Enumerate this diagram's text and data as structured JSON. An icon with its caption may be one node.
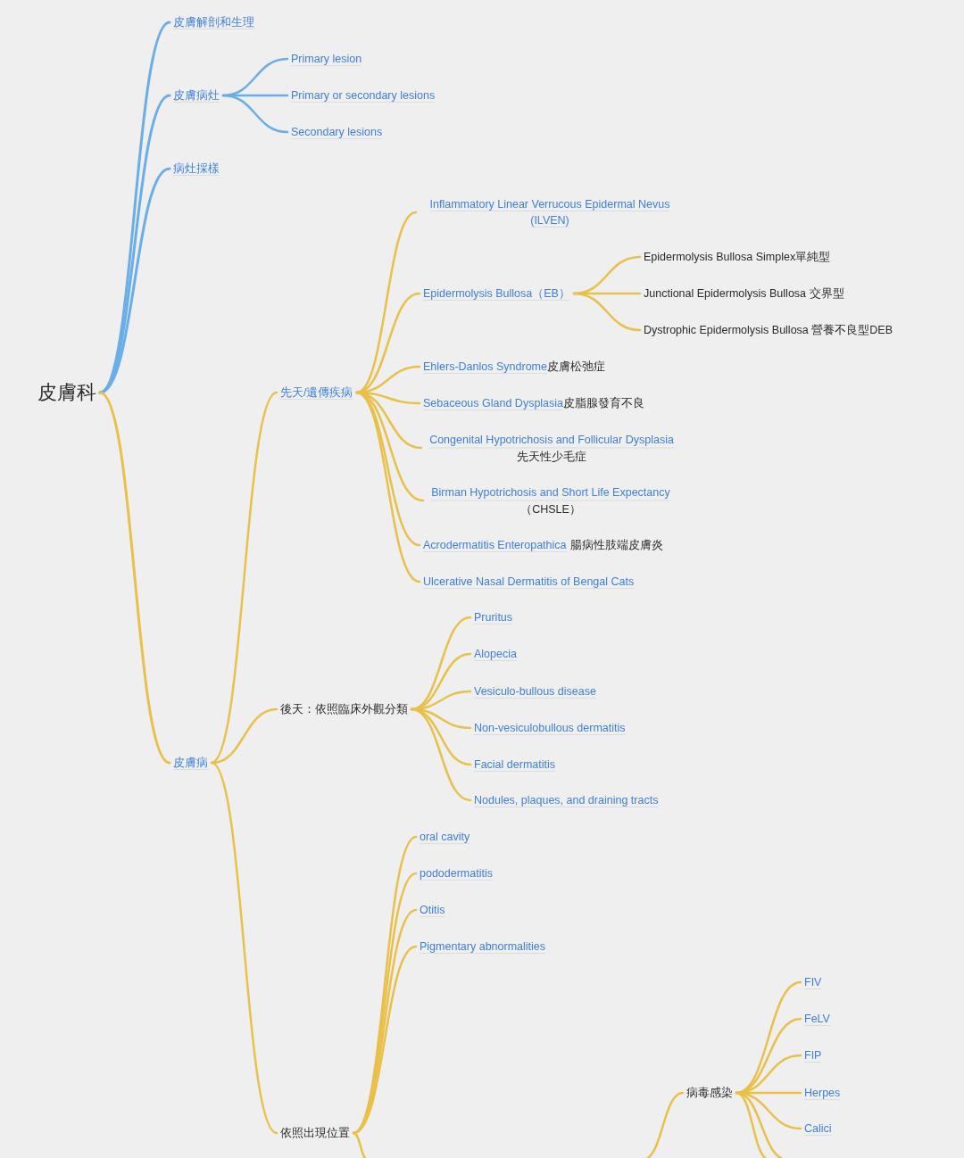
{
  "diagram": {
    "nodes": [
      {
        "text": [
          "皮膚科"
        ]
      },
      {
        "text": [
          "皮膚解剖和生理"
        ]
      },
      {
        "text": [
          "皮膚病灶"
        ]
      },
      {
        "text": [
          "Primary lesion"
        ]
      },
      {
        "text": [
          "Primary or secondary lesions"
        ]
      },
      {
        "text": [
          "Secondary lesions"
        ]
      },
      {
        "text": [
          "病灶採樣"
        ]
      },
      {
        "text": [
          "皮膚病"
        ]
      },
      {
        "text": [
          "先天/遺傳疾病"
        ]
      },
      {
        "text": [
          "Inflammatory Linear Verrucous Epidermal Nevus (ILVEN)"
        ]
      },
      {
        "text": [
          "Epidermolysis Bullosa（EB）"
        ]
      },
      {
        "text": [
          "Epidermolysis Bullosa Simplex單純型"
        ]
      },
      {
        "text": [
          "Junctional Epidermolysis Bullosa 交界型"
        ]
      },
      {
        "text": [
          "Dystrophic Epidermolysis Bullosa 營養不良型DEB"
        ]
      },
      {
        "text": [
          "Ehlers-Danlos Syndrome",
          "皮膚松弛症"
        ]
      },
      {
        "text": [
          "Sebaceous Gland Dysplasia",
          "皮脂腺發育不良"
        ]
      },
      {
        "text": [
          "Congenital Hypotrichosis and Follicular Dysplasia",
          "先天性少毛症"
        ]
      },
      {
        "text": [
          "Birman Hypotrichosis and Short Life Expectancy",
          "（CHSLE）"
        ]
      },
      {
        "text": [
          "Acrodermatitis Enteropathica",
          "腸病性肢端皮膚炎"
        ]
      },
      {
        "text": [
          "Ulcerative Nasal Dermatitis of Bengal Cats"
        ]
      },
      {
        "text": [
          "後天：依照臨床外觀分類"
        ]
      },
      {
        "text": [
          "Pruritus"
        ]
      },
      {
        "text": [
          "Alopecia"
        ]
      },
      {
        "text": [
          "Vesiculo-bullous disease"
        ]
      },
      {
        "text": [
          "Non-vesiculobullous dermatitis"
        ]
      },
      {
        "text": [
          "Facial dermatitis"
        ]
      },
      {
        "text": [
          "Nodules, plaques, and draining tracts"
        ]
      },
      {
        "text": [
          "依照出現位置"
        ]
      },
      {
        "text": [
          "oral cavity"
        ]
      },
      {
        "text": [
          "pododermatitis"
        ]
      },
      {
        "text": [
          "Otitis"
        ]
      },
      {
        "text": [
          "Pigmentary abnormalities"
        ]
      },
      {
        "text": [
          "病毒感染"
        ]
      },
      {
        "text": [
          "FIV"
        ]
      },
      {
        "text": [
          "FeLV"
        ]
      },
      {
        "text": [
          "FIP"
        ]
      },
      {
        "text": [
          "Herpes"
        ]
      },
      {
        "text": [
          "Calici"
        ]
      }
    ],
    "edges": [
      {
        "from": 0,
        "to": 1,
        "arrow": "none",
        "color": "#6aaee8"
      },
      {
        "from": 0,
        "to": 2,
        "arrow": "none",
        "color": "#6aaee8"
      },
      {
        "from": 2,
        "to": 3,
        "arrow": "none",
        "color": "#6aaee8"
      },
      {
        "from": 2,
        "to": 4,
        "arrow": "none",
        "color": "#6aaee8"
      },
      {
        "from": 2,
        "to": 5,
        "arrow": "none",
        "color": "#6aaee8"
      },
      {
        "from": 0,
        "to": 6,
        "arrow": "none",
        "color": "#6aaee8"
      },
      {
        "from": 0,
        "to": 7,
        "arrow": "none"
      },
      {
        "from": 7,
        "to": 8,
        "arrow": "none"
      },
      {
        "from": 8,
        "to": 9,
        "arrow": "none"
      },
      {
        "from": 8,
        "to": 10,
        "arrow": "none"
      },
      {
        "from": 10,
        "to": 11,
        "arrow": "none"
      },
      {
        "from": 10,
        "to": 12,
        "arrow": "none"
      },
      {
        "from": 10,
        "to": 13,
        "arrow": "none"
      },
      {
        "from": 8,
        "to": 14,
        "arrow": "none"
      },
      {
        "from": 8,
        "to": 15,
        "arrow": "none"
      },
      {
        "from": 8,
        "to": 16,
        "arrow": "none"
      },
      {
        "from": 8,
        "to": 17,
        "arrow": "none"
      },
      {
        "from": 8,
        "to": 18,
        "arrow": "none"
      },
      {
        "from": 8,
        "to": 19,
        "arrow": "none"
      },
      {
        "from": 7,
        "to": 20,
        "arrow": "none"
      },
      {
        "from": 20,
        "to": 21,
        "arrow": "none"
      },
      {
        "from": 20,
        "to": 22,
        "arrow": "none"
      },
      {
        "from": 20,
        "to": 23,
        "arrow": "none"
      },
      {
        "from": 20,
        "to": 24,
        "arrow": "none"
      },
      {
        "from": 20,
        "to": 25,
        "arrow": "none"
      },
      {
        "from": 20,
        "to": 26,
        "arrow": "none"
      },
      {
        "from": 7,
        "to": 27,
        "arrow": "none"
      },
      {
        "from": 27,
        "to": 28,
        "arrow": "none"
      },
      {
        "from": 27,
        "to": 29,
        "arrow": "none"
      },
      {
        "from": 27,
        "to": 30,
        "arrow": "none"
      },
      {
        "from": 27,
        "to": 31,
        "arrow": "none"
      },
      {
        "from": 27,
        "to": null,
        "arrow": "none"
      },
      {
        "from": null,
        "to": 32,
        "arrow": "none"
      },
      {
        "from": 32,
        "to": 33,
        "arrow": "none"
      },
      {
        "from": 32,
        "to": 34,
        "arrow": "none"
      },
      {
        "from": 32,
        "to": 35,
        "arrow": "none"
      },
      {
        "from": 32,
        "to": 36,
        "arrow": "none"
      },
      {
        "from": 32,
        "to": 37,
        "arrow": "none"
      },
      {
        "from": 32,
        "to": null,
        "arrow": "none"
      },
      {
        "from": 32,
        "to": null,
        "arrow": "none"
      }
    ]
  }
}
